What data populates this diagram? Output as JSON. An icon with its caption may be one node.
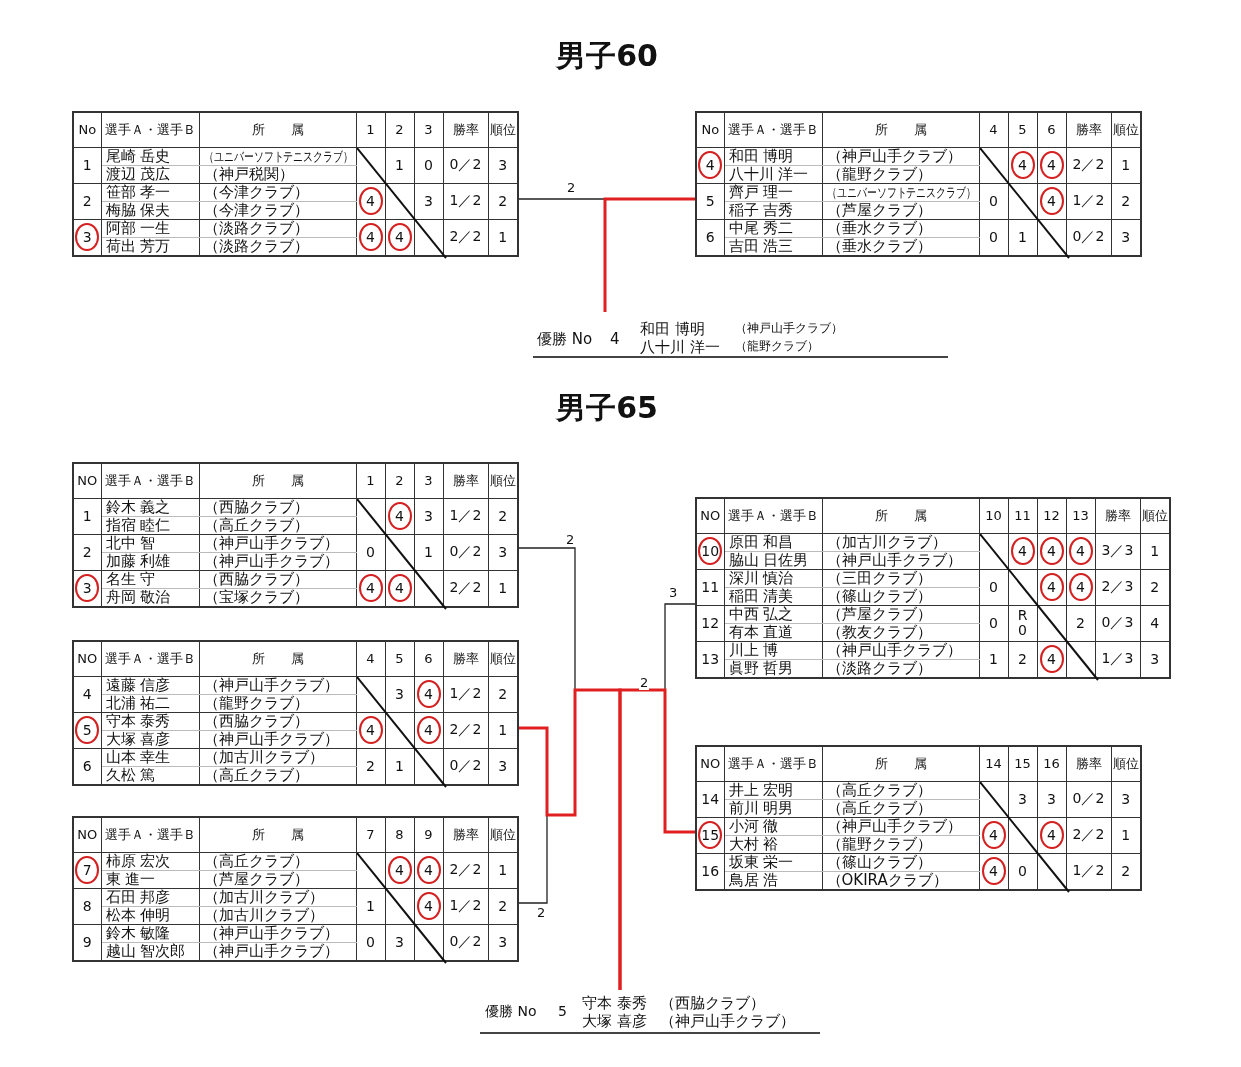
{
  "diagram": {
    "nodes": [
      {
        "text": [
          "No",
          "選手Ａ・選手Ｂ",
          "所　　属",
          "1",
          "2",
          "3",
          "勝率",
          "順位",
          "1",
          "尾崎 岳史",
          "渡辺 茂広",
          "（ユニバーソフトテニスクラブ）",
          "（神戸税関）",
          "1",
          "0",
          "0／2",
          "3",
          "2",
          "笹部 孝一",
          "梅脇 保夫",
          "（今津クラブ）",
          "（今津クラブ）",
          "4",
          "3",
          "1／2",
          "2",
          "3",
          "阿部 一生",
          "荷出 芳万",
          "（淡路クラブ）",
          "（淡路クラブ）",
          "4",
          "4",
          "2／2",
          "1"
        ]
      },
      {
        "text": [
          "No",
          "選手Ａ・選手Ｂ",
          "所　　属",
          "4",
          "5",
          "6",
          "勝率",
          "順位",
          "4",
          "和田 博明",
          "八十川 洋一",
          "（神戸山手クラブ）",
          "（龍野クラブ）",
          "4",
          "4",
          "2／2",
          "1",
          "5",
          "齊戸 理一",
          "稲子 吉秀",
          "（ユニバーソフトテニスクラブ）",
          "（芦屋クラブ）",
          "0",
          "4",
          "1／2",
          "2",
          "6",
          "中尾 秀二",
          "吉田 浩三",
          "（垂水クラブ）",
          "（垂水クラブ）",
          "0",
          "1",
          "0／2",
          "3"
        ]
      },
      {
        "text": [
          "優勝 No",
          "4",
          "和田 博明",
          "（神戸山手クラブ）",
          "八十川 洋一",
          "（龍野クラブ）"
        ]
      },
      {
        "text": [
          "NO",
          "選手Ａ・選手Ｂ",
          "所　　属",
          "1",
          "2",
          "3",
          "勝率",
          "順位",
          "1",
          "鈴木 義之",
          "指宿 睦仁",
          "（西脇クラブ）",
          "（高丘クラブ）",
          "4",
          "3",
          "1／2",
          "2",
          "2",
          "北中 智",
          "加藤 利雄",
          "（神戸山手クラブ）",
          "（神戸山手クラブ）",
          "0",
          "1",
          "0／2",
          "3",
          "3",
          "名生 守",
          "舟岡 敬治",
          "（西脇クラブ）",
          "（宝塚クラブ）",
          "4",
          "4",
          "2／2",
          "1"
        ]
      },
      {
        "text": [
          "NO",
          "選手Ａ・選手Ｂ",
          "所　　属",
          "4",
          "5",
          "6",
          "勝率",
          "順位",
          "4",
          "遠藤 信彦",
          "北浦 祐二",
          "（神戸山手クラブ）",
          "（龍野クラブ）",
          "3",
          "4",
          "1／2",
          "2",
          "5",
          "守本 泰秀",
          "大塚 喜彦",
          "（西脇クラブ）",
          "（神戸山手クラブ）",
          "4",
          "4",
          "2／2",
          "1",
          "6",
          "山本 幸生",
          "久松 篤",
          "（加古川クラブ）",
          "（高丘クラブ）",
          "2",
          "1",
          "0／2",
          "3"
        ]
      },
      {
        "text": [
          "NO",
          "選手Ａ・選手Ｂ",
          "所　　属",
          "7",
          "8",
          "9",
          "勝率",
          "順位",
          "7",
          "柿原 宏次",
          "東 進一",
          "（高丘クラブ）",
          "（芦屋クラブ）",
          "4",
          "4",
          "2／2",
          "1",
          "8",
          "石田 邦彦",
          "松本 伸明",
          "（加古川クラブ）",
          "（加古川クラブ）",
          "1",
          "4",
          "1／2",
          "2",
          "9",
          "鈴木 敏隆",
          "越山 智次郎",
          "（神戸山手クラブ）",
          "（神戸山手クラブ）",
          "0",
          "3",
          "0／2",
          "3"
        ]
      },
      {
        "text": [
          "NO",
          "選手Ａ・選手Ｂ",
          "所　　属",
          "10",
          "11",
          "12",
          "13",
          "勝率",
          "順位",
          "10",
          "原田 和昌",
          "脇山 日佐男",
          "（加古川クラブ）",
          "（神戸山手クラブ）",
          "4",
          "4",
          "4",
          "3／3",
          "1",
          "11",
          "深川 慎治",
          "稲田 清美",
          "（三田クラブ）",
          "（篠山クラブ）",
          "0",
          "4",
          "4",
          "2／3",
          "2",
          "12",
          "中西 弘之",
          "有本 直道",
          "（芦屋クラブ）",
          "（教友クラブ）",
          "0",
          "R 0",
          "2",
          "0／3",
          "4",
          "13",
          "川上 博",
          "眞野 哲男",
          "（神戸山手クラブ）",
          "（淡路クラブ）",
          "1",
          "2",
          "4",
          "1／3",
          "3"
        ]
      },
      {
        "text": [
          "NO",
          "選手Ａ・選手Ｂ",
          "所　　属",
          "14",
          "15",
          "16",
          "勝率",
          "順位",
          "14",
          "井上 宏明",
          "前川 明男",
          "（高丘クラブ）",
          "（高丘クラブ）",
          "3",
          "3",
          "0／2",
          "3",
          "15",
          "小河 徹",
          "大村 裕",
          "（神戸山手クラブ）",
          "（龍野クラブ）",
          "4",
          "4",
          "2／2",
          "1",
          "16",
          "坂東 栄一",
          "鳥居 浩",
          "（篠山クラブ）",
          "（OKIRAクラブ）",
          "4",
          "0",
          "1／2",
          "2"
        ]
      },
      {
        "text": [
          "優勝 No",
          "5",
          "守本 泰秀",
          "（西脇クラブ）",
          "大塚 喜彦",
          "（神戸山手クラブ）"
        ]
      }
    ],
    "edges": [
      {
        "from": 0,
        "to": 2,
        "arrow": "none",
        "label": "2"
      },
      {
        "from": 1,
        "to": 2,
        "arrow": "none",
        "color": "#e02020"
      },
      {
        "from": 3,
        "to": 8,
        "arrow": "none",
        "label": "2"
      },
      {
        "from": 5,
        "to": 8,
        "arrow": "none",
        "label": "2"
      },
      {
        "from": 6,
        "to": 8,
        "arrow": "none",
        "label": "3"
      },
      {
        "from": 4,
        "to": 8,
        "arrow": "none",
        "color": "#e02020"
      },
      {
        "from": 7,
        "to": 8,
        "arrow": "none",
        "color": "#e02020",
        "label": "2"
      }
    ],
    "labels": [
      "男子60",
      "男子65"
    ]
  }
}
